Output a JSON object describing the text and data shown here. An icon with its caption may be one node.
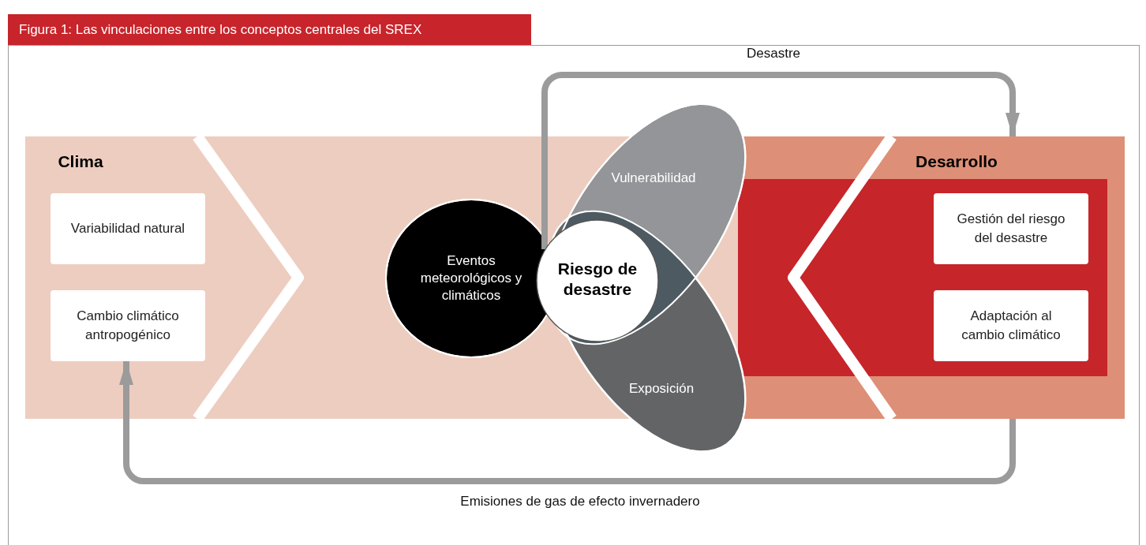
{
  "diagram": {
    "title": "Figura 1: Las vinculaciones entre los conceptos centrales del SREX",
    "nodes": [
      {
        "text": [
          "Clima"
        ]
      },
      {
        "text": [
          "Variabilidad natural"
        ],
        "in": 0
      },
      {
        "text": [
          "Cambio climático antropogénico"
        ],
        "in": 0
      },
      {
        "text": [
          "Desarrollo"
        ]
      },
      {
        "text": [
          "Gestión del riesgo del desastre"
        ],
        "in": 3
      },
      {
        "text": [
          "Adaptación al cambio climático"
        ],
        "in": 3
      },
      {
        "text": [
          "Eventos meteorológicos y climáticos"
        ],
        "in": 0
      },
      {
        "text": [
          "Vulnerabilidad"
        ]
      },
      {
        "text": [
          "Exposición"
        ]
      },
      {
        "text": [
          "Riesgo de desastre"
        ],
        "in": 0
      }
    ],
    "edges": [
      {
        "from": 9,
        "to": 3,
        "arrow": "to",
        "label": "Desastre"
      },
      {
        "from": 3,
        "to": 2,
        "arrow": "to",
        "label": "Emisiones de gas de efecto invernadero"
      }
    ]
  }
}
